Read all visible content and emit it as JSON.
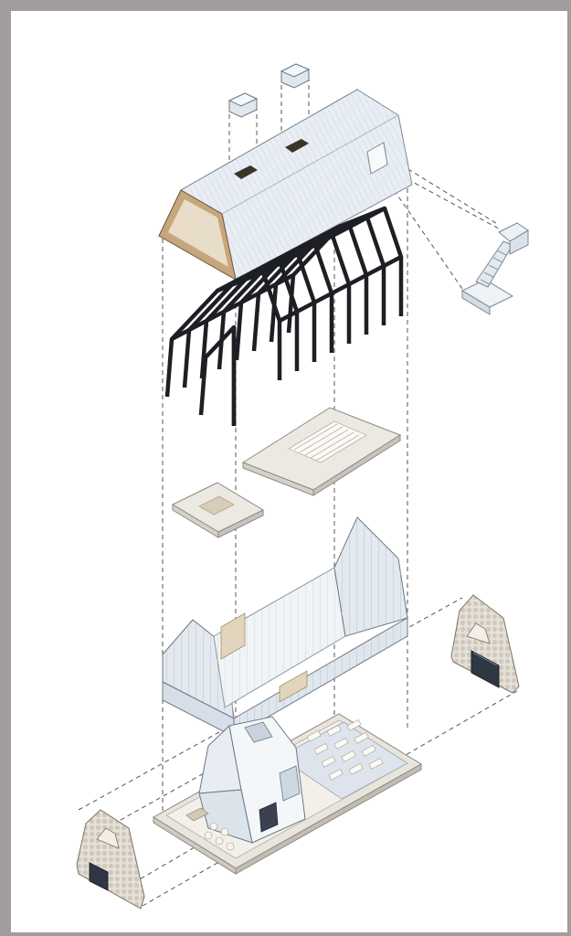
{
  "figure": {
    "type": "exploded-axonometric",
    "components": [
      {
        "name": "roof-skylights",
        "icon": "skylight-icon"
      },
      {
        "name": "roof-shell",
        "icon": "gable-roof-icon"
      },
      {
        "name": "timber-frames",
        "icon": "frame-icon"
      },
      {
        "name": "upper-floor-slab",
        "icon": "slab-icon"
      },
      {
        "name": "mezzanine-slab",
        "icon": "slab-icon"
      },
      {
        "name": "glass-facade",
        "icon": "facade-icon"
      },
      {
        "name": "gable-end-wall-east",
        "icon": "gable-wall-icon"
      },
      {
        "name": "gable-end-wall-west",
        "icon": "gable-wall-icon"
      },
      {
        "name": "external-stair",
        "icon": "stair-icon"
      },
      {
        "name": "ground-floor-plan",
        "icon": "floor-plan-icon"
      }
    ],
    "colors": {
      "background": "#ffffff",
      "frame_border": "#a39c9d",
      "roof": "#e9eef4",
      "structure": "#1d1f24",
      "slab": "#ece9e3",
      "glass": "#dfe6ee",
      "dashed_guides": "#555555"
    }
  }
}
